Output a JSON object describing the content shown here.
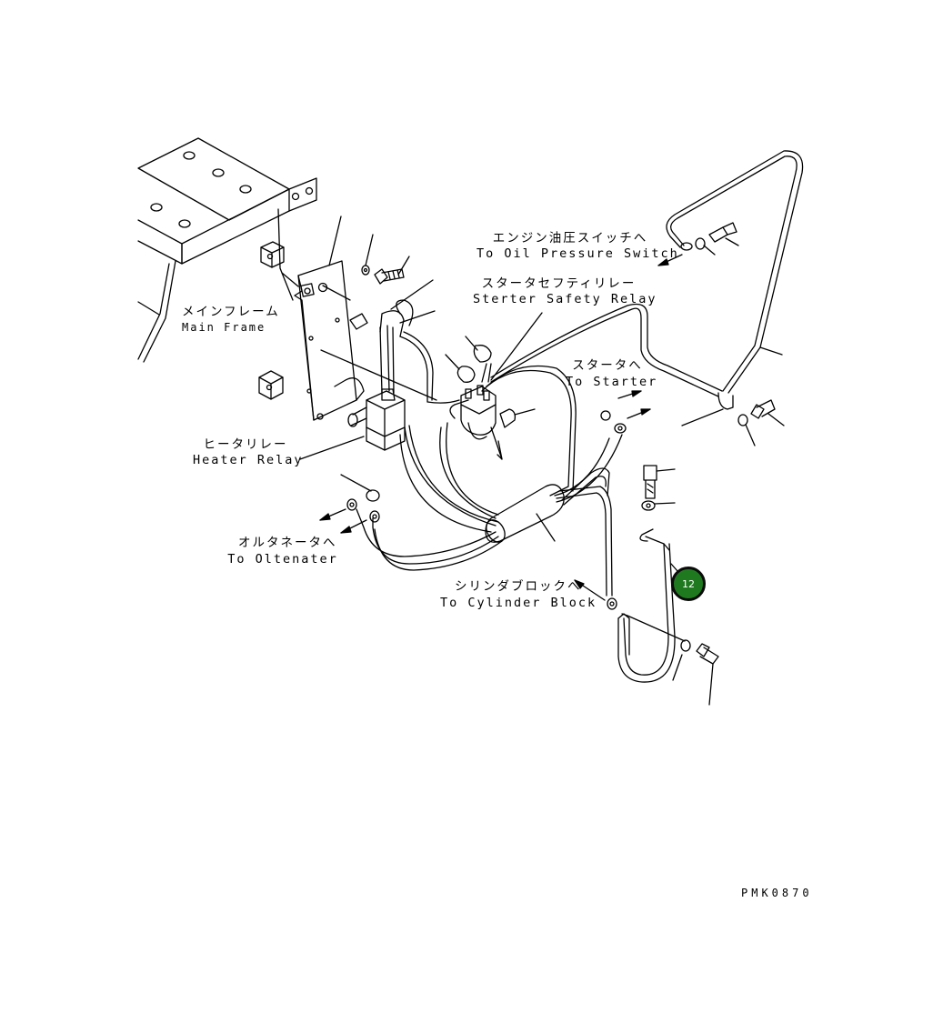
{
  "labels": {
    "oil_jp": "エンジン油圧スイッチへ",
    "oil_en": "To Oil Pressure Switch",
    "safety_jp": "スタータセフティリレー",
    "safety_en": "Sterter Safety Relay",
    "frame_jp": "メインフレーム",
    "frame_en": "Main Frame",
    "starter_jp": "スタータへ",
    "starter_en": "To Starter",
    "heater_jp": "ヒータリレー",
    "heater_en": "Heater Relay",
    "alt_jp": "オルタネータへ",
    "alt_en": "To Oltenater",
    "cyl_jp": "シリンダブロックへ",
    "cyl_en": "To Cylinder Block"
  },
  "callout": {
    "number": "12",
    "color": "#1f7a1f"
  },
  "drawing_code": "PMK0870"
}
